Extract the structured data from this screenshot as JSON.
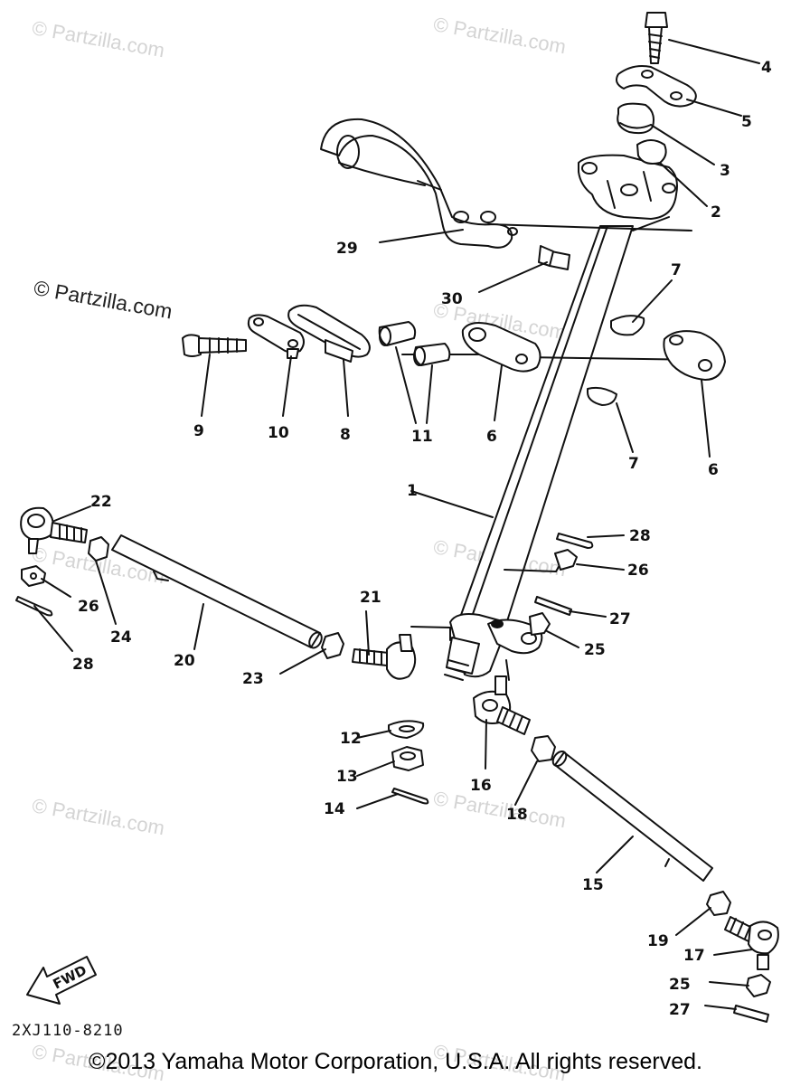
{
  "watermark": "© Partzilla.com",
  "diagram_code": "2XJ110-8210",
  "copyright": "©2013  Yamaha Motor Corporation, U.S.A. All rights reserved.",
  "fwd_label": "FWD",
  "callouts": [
    "1",
    "2",
    "3",
    "4",
    "5",
    "6",
    "6",
    "7",
    "7",
    "8",
    "9",
    "10",
    "11",
    "12",
    "13",
    "14",
    "15",
    "16",
    "17",
    "18",
    "19",
    "20",
    "21",
    "22",
    "23",
    "24",
    "25",
    "25",
    "26",
    "26",
    "27",
    "27",
    "28",
    "28",
    "29",
    "30"
  ]
}
